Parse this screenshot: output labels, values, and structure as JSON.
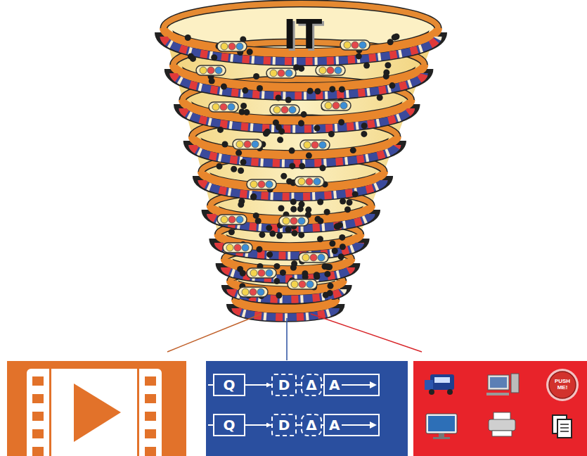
{
  "diagram": {
    "nodes": [
      {
        "text": [
          "Q"
        ]
      },
      {
        "text": [
          "D"
        ]
      },
      {
        "text": [
          "Δ"
        ]
      },
      {
        "text": [
          "A"
        ]
      },
      {
        "text": [
          "Q"
        ]
      },
      {
        "text": [
          "D"
        ]
      },
      {
        "text": [
          "Δ"
        ]
      },
      {
        "text": [
          "A"
        ]
      }
    ],
    "edges": [
      {
        "from": 0,
        "to": 1,
        "arrow": "to"
      },
      {
        "from": 1,
        "to": 2,
        "arrow": "none"
      },
      {
        "from": 2,
        "to": 3,
        "arrow": "none"
      },
      {
        "from": 4,
        "to": 5,
        "arrow": "to"
      },
      {
        "from": 5,
        "to": 6,
        "arrow": "none"
      },
      {
        "from": 6,
        "to": 7,
        "arrow": "none"
      }
    ],
    "labels": [
      "IT",
      "PUSH ME!"
    ]
  }
}
